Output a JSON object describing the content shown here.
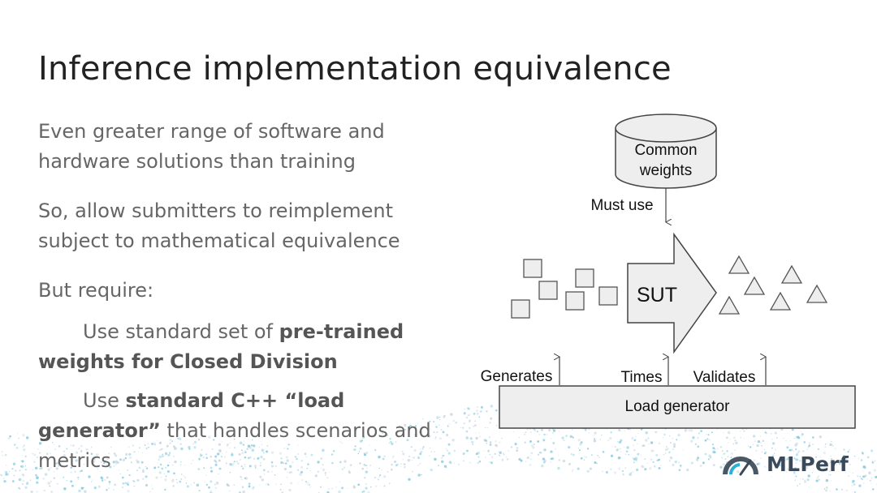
{
  "slide": {
    "title": "Inference implementation equivalence",
    "paragraphs": {
      "p1": "Even greater range of software and hardware solutions than training",
      "p2": "So, allow submitters to reimplement subject to mathematical equivalence",
      "p3": "But require:",
      "p4_pre": "Use standard set of ",
      "p4_bold": "pre-trained weights for Closed Division",
      "p5_pre": "Use ",
      "p5_bold": "standard C++ “load generator”",
      "p5_post": " that handles scenarios and metrics"
    }
  },
  "diagram": {
    "storage_line1": "Common",
    "storage_line2": "weights",
    "must_use": "Must use",
    "sut": "SUT",
    "generates": "Generates",
    "times": "Times",
    "validates": "Validates",
    "load_generator": "Load generator"
  },
  "footer": {
    "logo_text": "MLPerf"
  }
}
